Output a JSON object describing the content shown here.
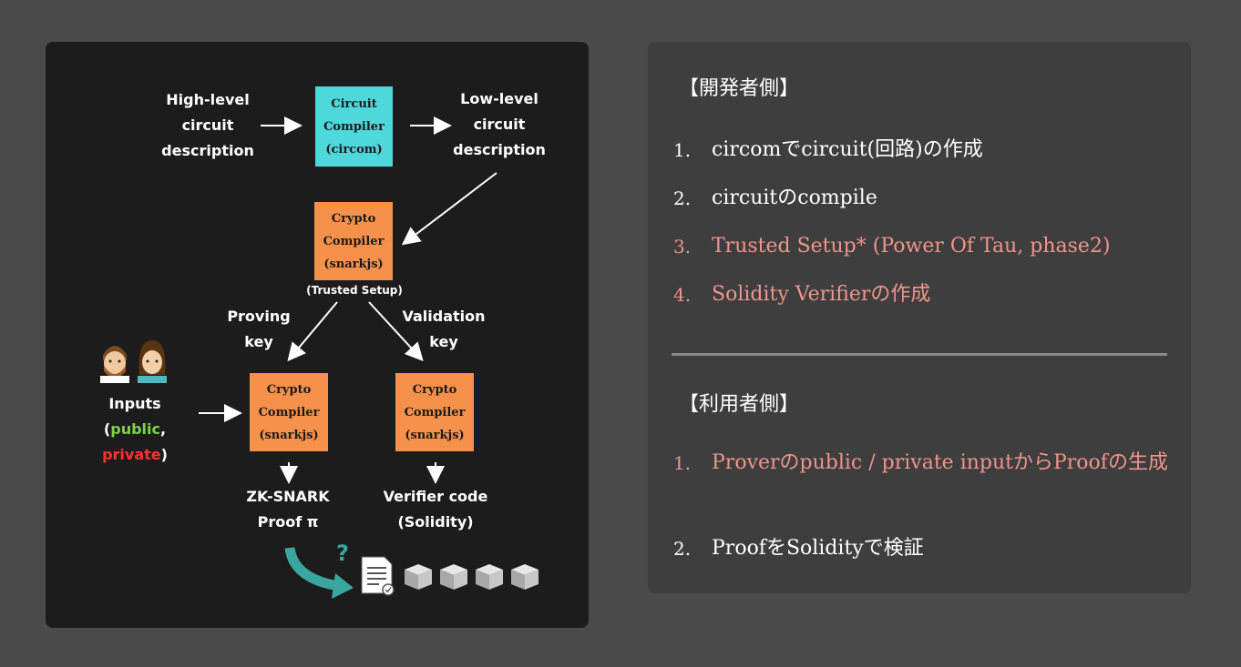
{
  "diagram": {
    "high_level": [
      "High-level",
      "circuit",
      "description"
    ],
    "low_level": [
      "Low-level",
      "circuit",
      "description"
    ],
    "circuit_compiler": [
      "Circuit",
      "Compiler",
      "(circom)"
    ],
    "crypto_compiler_top": [
      "Crypto",
      "Compiler",
      "(snarkjs)"
    ],
    "trusted_setup_label": "(Trusted Setup)",
    "proving_key": [
      "Proving",
      "key"
    ],
    "validation_key": [
      "Validation",
      "key"
    ],
    "crypto_compiler_left": [
      "Crypto",
      "Compiler",
      "(snarkjs)"
    ],
    "crypto_compiler_right": [
      "Crypto",
      "Compiler",
      "(snarkjs)"
    ],
    "inputs_label": "Inputs",
    "inputs_paren_open": "(",
    "inputs_public": "public",
    "inputs_comma": ", ",
    "inputs_private": "private",
    "inputs_paren_close": ")",
    "zk_snark": [
      "ZK-SNARK",
      "Proof π"
    ],
    "verifier_code": [
      "Verifier code",
      "(Solidity)"
    ],
    "question_mark": "?",
    "colors": {
      "cyan_box": "#4fd8dc",
      "orange_box": "#f5914a",
      "public": "#7fd14a",
      "private": "#ff3030",
      "curved_arrow": "#3aa6a0"
    }
  },
  "notes": {
    "developer_heading": "【開発者側】",
    "developer_items": [
      {
        "num": "1.",
        "text": "circomでcircuit(回路)の作成",
        "highlight": false
      },
      {
        "num": "2.",
        "text": "circuitのcompile",
        "highlight": false
      },
      {
        "num": "3.",
        "text": "Trusted Setup* (Power Of Tau, phase2)",
        "highlight": true
      },
      {
        "num": "4.",
        "text": "Solidity Verifierの作成",
        "highlight": true
      }
    ],
    "user_heading": "【利用者側】",
    "user_items": [
      {
        "num": "1.",
        "text": "Proverのpublic / private inputからProofの生成",
        "highlight": true
      },
      {
        "num": "2.",
        "text": "ProofをSolidityで検証",
        "highlight": false
      }
    ],
    "highlight_color": "#f0958d"
  }
}
